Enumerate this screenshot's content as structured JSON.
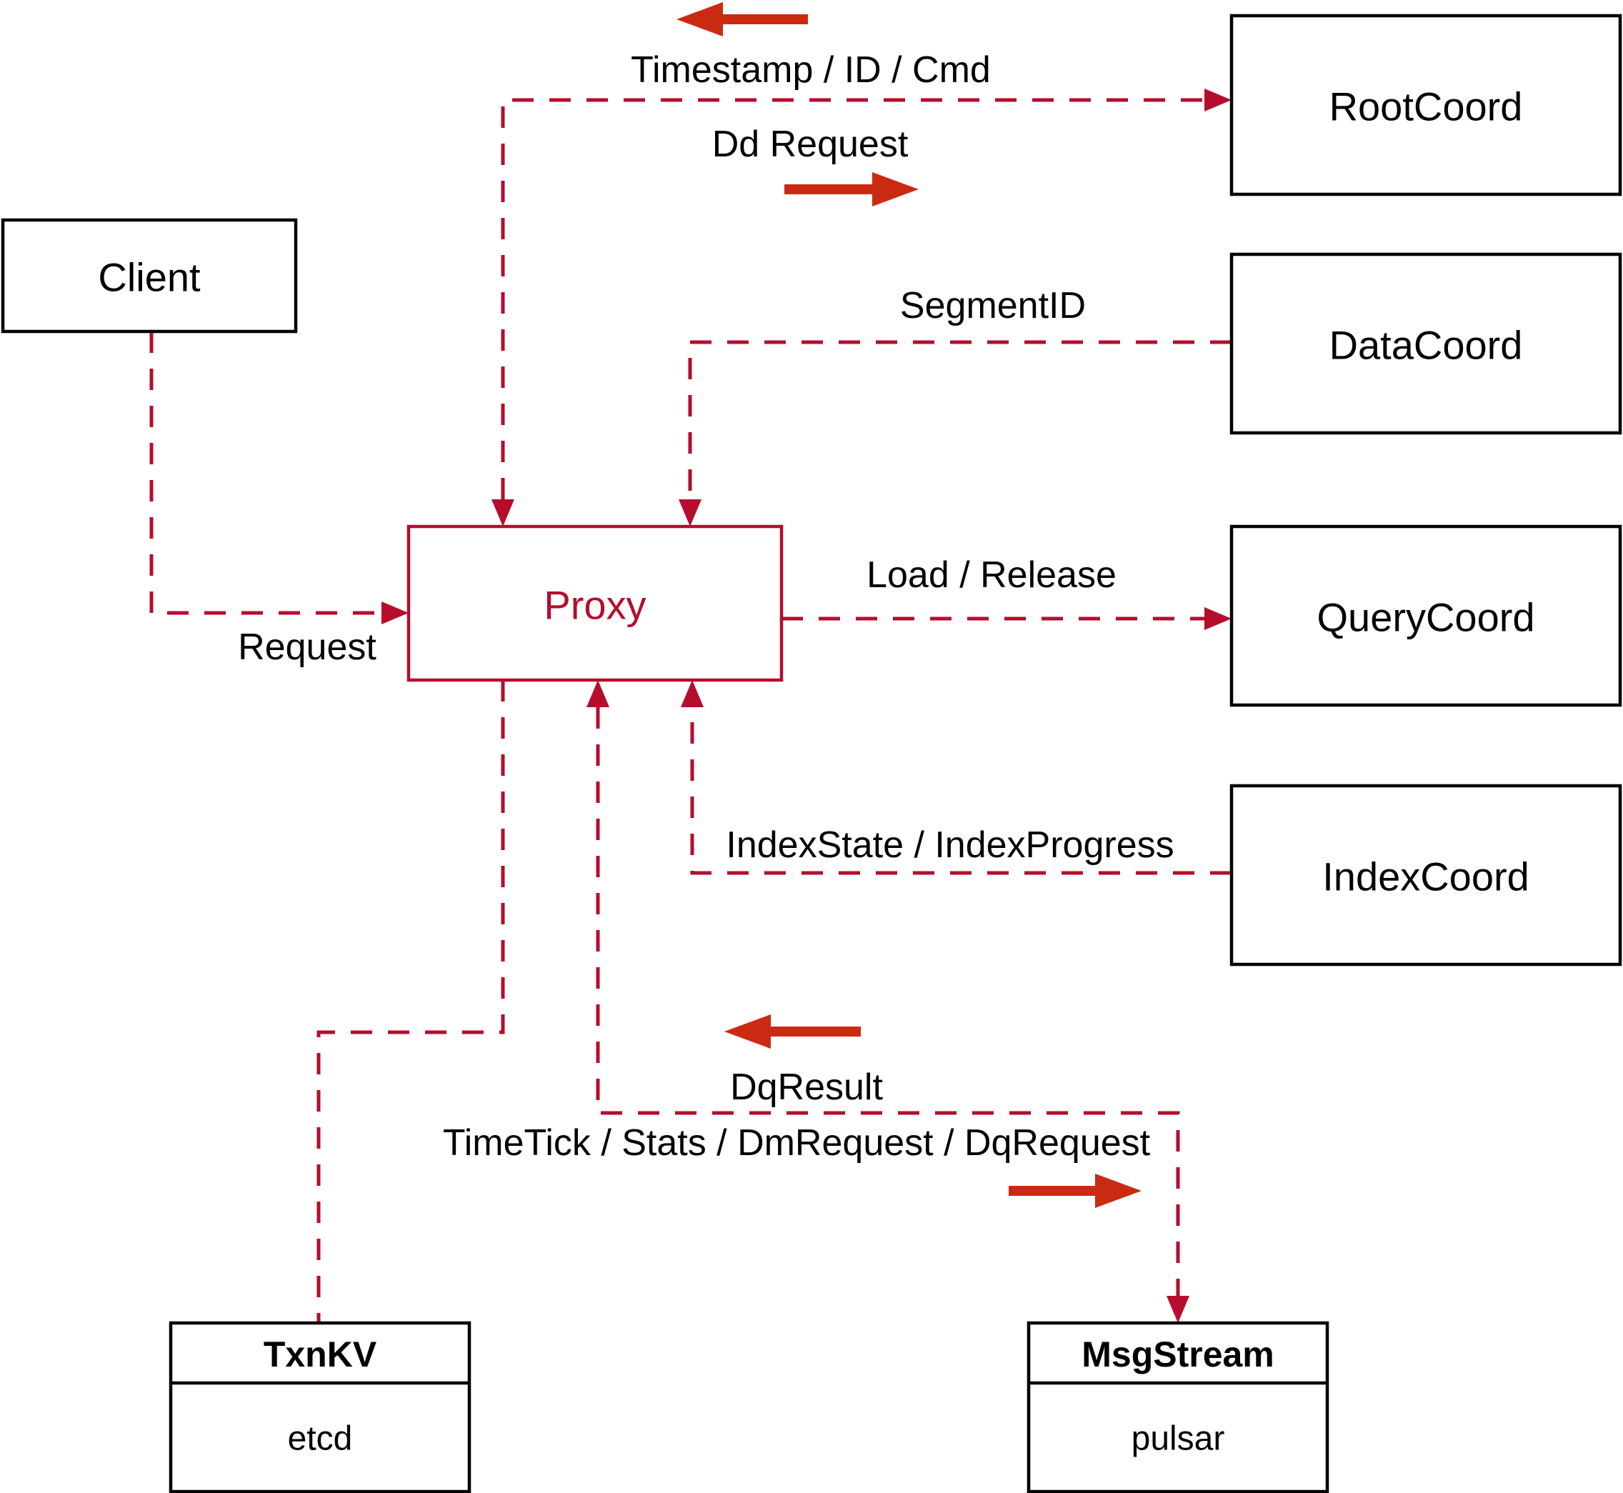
{
  "diagram": {
    "nodes": {
      "client": {
        "label": "Client"
      },
      "rootcoord": {
        "label": "RootCoord"
      },
      "datacoord": {
        "label": "DataCoord"
      },
      "querycoord": {
        "label": "QueryCoord"
      },
      "indexcoord": {
        "label": "IndexCoord"
      },
      "proxy": {
        "label": "Proxy"
      },
      "txnkv": {
        "title": "TxnKV",
        "subtitle": "etcd"
      },
      "msgstream": {
        "title": "MsgStream",
        "subtitle": "pulsar"
      }
    },
    "edge_labels": {
      "request": "Request",
      "timestamp": "Timestamp / ID / Cmd",
      "dd_request": "Dd Request",
      "segment_id": "SegmentID",
      "load_release": "Load / Release",
      "index_state": "IndexState / IndexProgress",
      "dq_result": "DqResult",
      "time_tick": "TimeTick / Stats / DmRequest / DqRequest"
    },
    "colors": {
      "dashed_connector": "#b60d2c",
      "solid_arrow": "#cb2a12",
      "node_border": "#000000",
      "text": "#000000",
      "background": "#ffffff"
    }
  }
}
